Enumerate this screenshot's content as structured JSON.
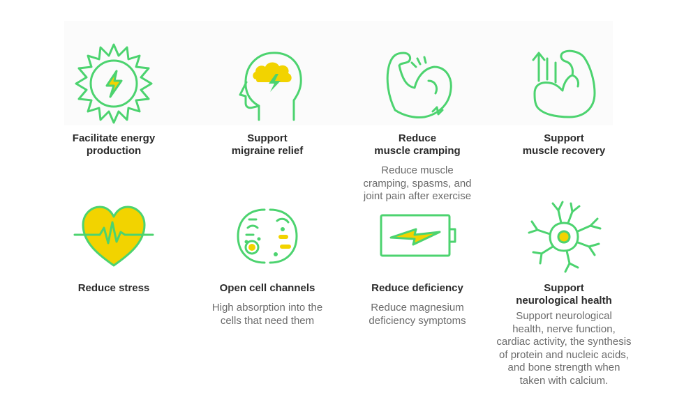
{
  "colors": {
    "accent_green": "#4cd36f",
    "accent_yellow": "#f2d300",
    "title_text": "#2b2b2b",
    "desc_text": "#6b6b6b"
  },
  "benefits": [
    {
      "icon": "sun-lightning-icon",
      "title_lines": [
        "Facilitate energy",
        "production"
      ],
      "desc_lines": []
    },
    {
      "icon": "head-brain-cloud-icon",
      "title_lines": [
        "Support",
        "migraine relief"
      ],
      "desc_lines": []
    },
    {
      "icon": "flexed-arm-icon",
      "title_lines": [
        "Reduce",
        "muscle cramping"
      ],
      "desc_lines": [
        "Reduce muscle",
        "cramping, spasms, and",
        "joint pain after exercise"
      ]
    },
    {
      "icon": "arm-up-arrows-icon",
      "title_lines": [
        "Support",
        "muscle recovery"
      ],
      "desc_lines": []
    },
    {
      "icon": "heart-heartbeat-icon",
      "title_lines": [
        "Reduce stress"
      ],
      "desc_lines": []
    },
    {
      "icon": "cell-icon",
      "title_lines": [
        "Open cell channels"
      ],
      "desc_lines": [
        "High absorption into the",
        "cells that need them"
      ]
    },
    {
      "icon": "battery-lightning-icon",
      "title_lines": [
        "Reduce deficiency"
      ],
      "desc_lines": [
        "Reduce magnesium",
        "deficiency symptoms"
      ]
    },
    {
      "icon": "neuron-icon",
      "title_lines": [
        "Support",
        "neurological health"
      ],
      "desc_lines": [
        "Support neurological",
        "health, nerve function,",
        "cardiac activity, the synthesis",
        "of protein and nucleic acids,",
        "and bone strength when",
        "taken with calcium."
      ]
    }
  ]
}
